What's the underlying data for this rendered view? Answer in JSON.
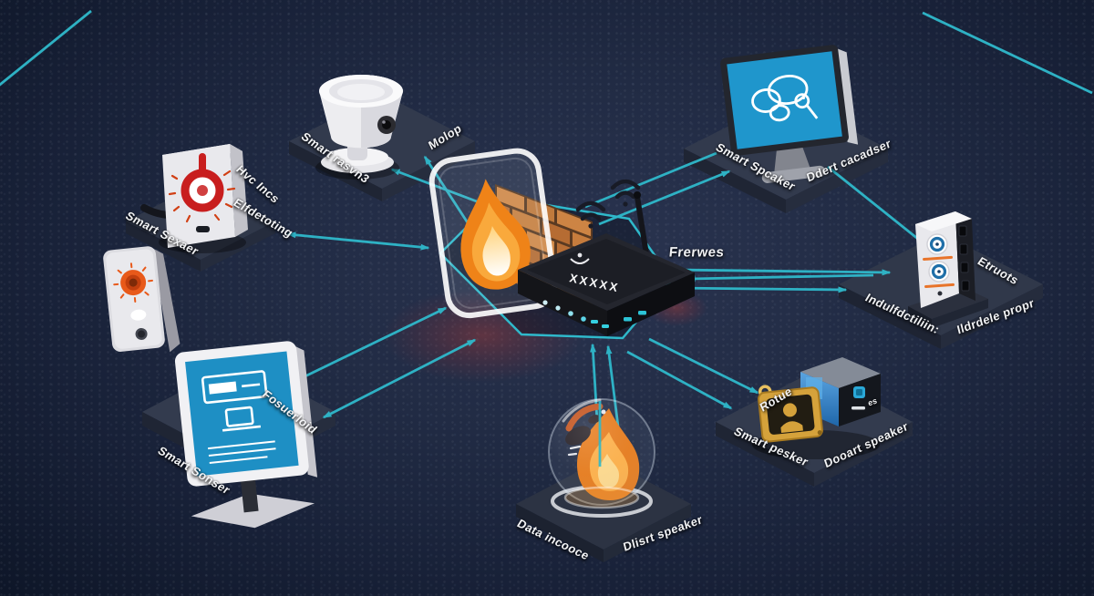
{
  "colors": {
    "accent_teal": "#2fb9cb",
    "label_text": "#f2f3f5",
    "screen_blue": "#1f96cc",
    "flame_orange": "#f08418",
    "brick_orange": "#c07240",
    "gold": "#d5a23b",
    "background_navy": "#182138",
    "glow_red": "#d43c32"
  },
  "labels": {
    "camera_left": "Smart rasvn3",
    "camera_right": "Molop",
    "sensor_top": "Hvc Incs",
    "sensor_left": "Smart Sexaer",
    "sensor_right": "Elfdetoting",
    "monitor_left": "Smart Sonser",
    "monitor_right": "Fosuerloid",
    "firewall": "Frerwes",
    "tr_monitor_left": "Smart Spcaker",
    "tr_monitor_right": "Ddert cacadser",
    "tower_top": "Etruots",
    "tower_left": "Indulfdctiliin:",
    "tower_right": "Ildrdele propr",
    "br_top": "Rotue",
    "br_tiny": "es",
    "br_left": "Smart pesker",
    "br_right": "Dooart speaker",
    "dome_left": "Data incooce",
    "dome_right": "Dlisrt speaker",
    "router_marks": "XXXXX"
  },
  "devices": [
    {
      "id": "security-camera",
      "icon": "security-camera-icon"
    },
    {
      "id": "temperature-sensor",
      "icon": "thermometer-icon"
    },
    {
      "id": "wall-dial-panel",
      "icon": "dial-panel-icon"
    },
    {
      "id": "smart-display-kiosk",
      "icon": "monitor-icon"
    },
    {
      "id": "firewall-router",
      "icon": "firewall-flame-icon"
    },
    {
      "id": "cloud-monitor",
      "icon": "cloud-screen-icon"
    },
    {
      "id": "smart-hub-tower",
      "icon": "hub-tower-icon"
    },
    {
      "id": "secure-speaker-box",
      "icon": "gold-badge-icon"
    },
    {
      "id": "fire-dome",
      "icon": "fire-dome-icon"
    }
  ],
  "connections": [
    {
      "from": "firewall-router",
      "to": "security-camera",
      "style": "arrow"
    },
    {
      "from": "firewall-router",
      "to": "security-camera",
      "style": "arrow"
    },
    {
      "from": "firewall-router",
      "to": "temperature-sensor",
      "style": "double-arrow"
    },
    {
      "from": "firewall-router",
      "to": "smart-display-kiosk",
      "style": "double-arrow"
    },
    {
      "from": "firewall-router",
      "to": "smart-display-kiosk",
      "style": "double-arrow"
    },
    {
      "from": "firewall-router",
      "to": "cloud-monitor",
      "style": "arrow"
    },
    {
      "from": "cloud-monitor",
      "to": "smart-hub-tower",
      "style": "line"
    },
    {
      "from": "firewall-router",
      "to": "smart-hub-tower",
      "style": "arrow"
    },
    {
      "from": "smart-hub-tower",
      "to": "firewall-router",
      "style": "arrow"
    },
    {
      "from": "firewall-router",
      "to": "secure-speaker-box",
      "style": "arrow"
    },
    {
      "from": "firewall-router",
      "to": "secure-speaker-box",
      "style": "arrow"
    },
    {
      "from": "fire-dome",
      "to": "firewall-router",
      "style": "arrow"
    },
    {
      "from": "fire-dome",
      "to": "firewall-router",
      "style": "arrow"
    }
  ]
}
